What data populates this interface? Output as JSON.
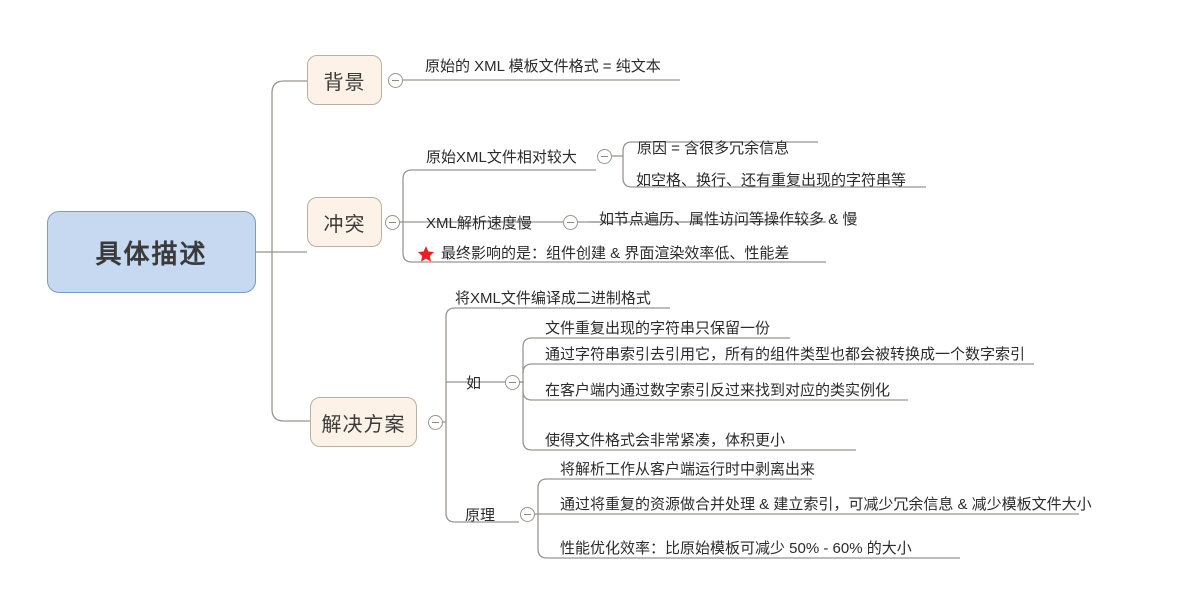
{
  "diagram": {
    "type": "mindmap",
    "title": "具体描述",
    "colors": {
      "root_fill": "#c6d9f1",
      "root_border": "#7b9ac4",
      "branch_fill": "#fdf2e7",
      "branch_border": "#b9b0a4",
      "line": "#9a958d",
      "text": "#2b2b2b",
      "star": "#e8201f",
      "background": "#ffffff"
    },
    "root": {
      "label": "具体描述"
    },
    "branches": [
      {
        "id": "background",
        "label": "背景",
        "toggle": "collapse-minus-icon",
        "children": [
          {
            "label": "原始的 XML 模板文件格式 = 纯文本"
          }
        ]
      },
      {
        "id": "conflict",
        "label": "冲突",
        "toggle": "collapse-minus-icon",
        "children": [
          {
            "label": "原始XML文件相对较大",
            "toggle": "collapse-minus-icon",
            "children": [
              {
                "label": "原因 = 含很多冗余信息"
              },
              {
                "label": "如空格、换行、还有重复出现的字符串等"
              }
            ]
          },
          {
            "label": "XML解析速度慢",
            "toggle": "collapse-minus-icon",
            "children": [
              {
                "label": "如节点遍历、属性访问等操作较多 & 慢"
              }
            ]
          },
          {
            "label": "最终影响的是：组件创建 & 界面渲染效率低、性能差",
            "icon": "red-star-icon"
          }
        ]
      },
      {
        "id": "solution",
        "label": "解决方案",
        "toggle": "collapse-minus-icon",
        "children": [
          {
            "label": "将XML文件编译成二进制格式"
          },
          {
            "label": "如",
            "toggle": "collapse-minus-icon",
            "children": [
              {
                "label": "文件重复出现的字符串只保留一份"
              },
              {
                "label": "通过字符串索引去引用它，所有的组件类型也都会被转换成一个数字索引"
              },
              {
                "label": "在客户端内通过数字索引反过来找到对应的类实例化"
              },
              {
                "label": "使得文件格式会非常紧凑，体积更小"
              }
            ]
          },
          {
            "label": "原理",
            "toggle": "collapse-minus-icon",
            "children": [
              {
                "label": "将解析工作从客户端运行时中剥离出来"
              },
              {
                "label": "通过将重复的资源做合并处理 & 建立索引，可减少冗余信息 & 减少模板文件大小"
              },
              {
                "label": "性能优化效率：比原始模板可减少 50% - 60% 的大小"
              }
            ]
          }
        ]
      }
    ]
  }
}
